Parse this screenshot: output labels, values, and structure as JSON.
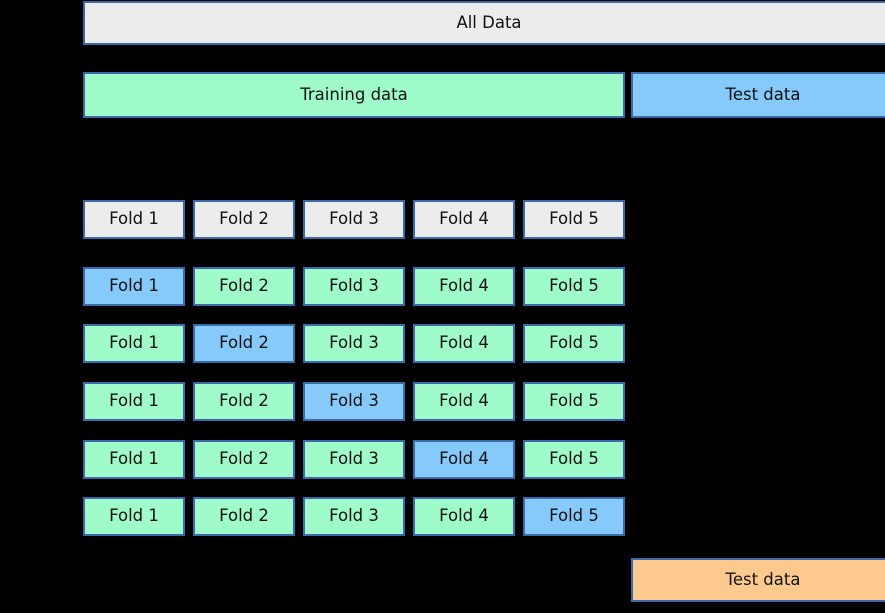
{
  "colors": {
    "background": "#000000",
    "gray": "#ececec",
    "green": "#9ffbca",
    "blue": "#85cafa",
    "orange": "#fec98e",
    "border": "#3a6ba8",
    "text": "#111111"
  },
  "all_data": {
    "label": "All Data"
  },
  "split_row": {
    "training_label": "Training data",
    "test_label": "Test data"
  },
  "fold_header_row": {
    "cells": [
      "Fold 1",
      "Fold 2",
      "Fold 3",
      "Fold 4",
      "Fold 5"
    ]
  },
  "cv_rows": [
    {
      "cells": [
        "Fold 1",
        "Fold 2",
        "Fold 3",
        "Fold 4",
        "Fold 5"
      ],
      "highlight_index": 0
    },
    {
      "cells": [
        "Fold 1",
        "Fold 2",
        "Fold 3",
        "Fold 4",
        "Fold 5"
      ],
      "highlight_index": 1
    },
    {
      "cells": [
        "Fold 1",
        "Fold 2",
        "Fold 3",
        "Fold 4",
        "Fold 5"
      ],
      "highlight_index": 2
    },
    {
      "cells": [
        "Fold 1",
        "Fold 2",
        "Fold 3",
        "Fold 4",
        "Fold 5"
      ],
      "highlight_index": 3
    },
    {
      "cells": [
        "Fold 1",
        "Fold 2",
        "Fold 3",
        "Fold 4",
        "Fold 5"
      ],
      "highlight_index": 4
    }
  ],
  "final_test": {
    "label": "Test data"
  }
}
